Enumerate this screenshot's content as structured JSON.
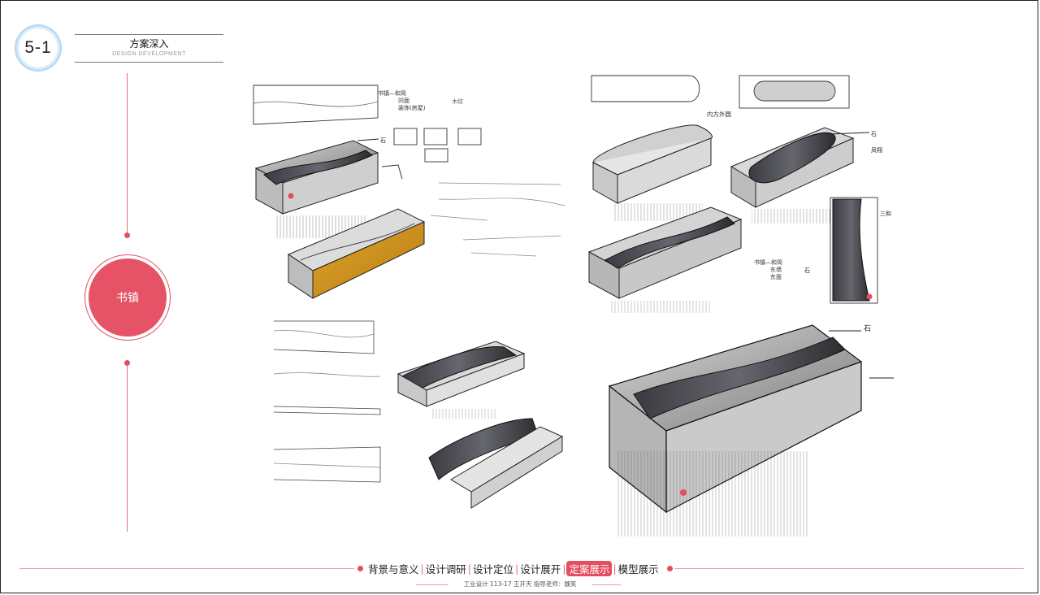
{
  "header": {
    "section_number": "5-1",
    "title": "方案深入",
    "subtitle": "DESIGN DEVELOPMENT"
  },
  "sidebar": {
    "product_label": "书镇"
  },
  "sketch_annotations": {
    "top_left_notes": "书镇—和简\n凹面\n装饰(房屋)",
    "top_left_side": "木纹",
    "top_right_inner": "内方外圆",
    "label_stone_1": "石",
    "label_stone_2": "石",
    "label_stone_3": "石",
    "label_stone_4": "石",
    "label_wind": "凤翔",
    "label_feng": "三和",
    "mid_notes": "书镇—和简\n东墙\n东面"
  },
  "footer": {
    "nav": [
      {
        "label": "背景与意义",
        "active": false
      },
      {
        "label": "设计调研",
        "active": false
      },
      {
        "label": "设计定位",
        "active": false
      },
      {
        "label": "设计展开",
        "active": false
      },
      {
        "label": "定案展示",
        "active": true
      },
      {
        "label": "模型展示",
        "active": false
      }
    ],
    "credit": "工业设计 113-17 王开天   指导老师：魏笑"
  },
  "colors": {
    "accent": "#e34e60",
    "badge_ring": "#9fd0ea"
  }
}
